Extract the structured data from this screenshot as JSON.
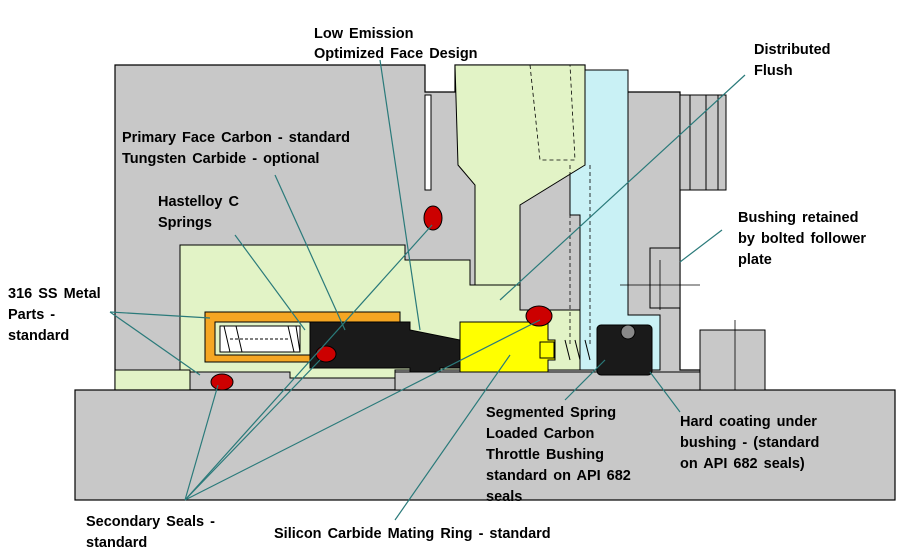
{
  "labels": {
    "low_emission": [
      "Low Emission",
      "Optimized  Face Design"
    ],
    "distributed_flush": [
      "Distributed",
      "Flush"
    ],
    "primary_face": [
      "Primary Face Carbon - standard",
      "Tungsten Carbide  - optional"
    ],
    "hastelloy": [
      "Hastelloy  C",
      "Springs"
    ],
    "bushing_retained": [
      "Bushing  retained",
      "by bolted follower",
      "plate"
    ],
    "ss_metal": [
      "316 SS Metal",
      "Parts -",
      "standard"
    ],
    "segmented": [
      "Segmented  Spring",
      "Loaded  Carbon",
      "Throttle  Bushing",
      "standard  on API  682",
      "seals"
    ],
    "hard_coating": [
      "Hard  coating  under",
      "bushing  - (standard",
      "on API 682 seals)"
    ],
    "secondary_seals": [
      "Secondary   Seals  -",
      "standard"
    ],
    "silicon_carbide": [
      "Silicon  Carbide  Mating  Ring - standard"
    ]
  },
  "colors": {
    "housing_gray": "#c8c8c8",
    "green_fill": "#e2f3c6",
    "flush_cyan": "#c9f1f5",
    "yellow": "#ffff00",
    "orange": "#f5a623",
    "carbon_black": "#1a1a1a",
    "seal_red": "#cc0000",
    "leader_teal": "#2a7a7a"
  }
}
